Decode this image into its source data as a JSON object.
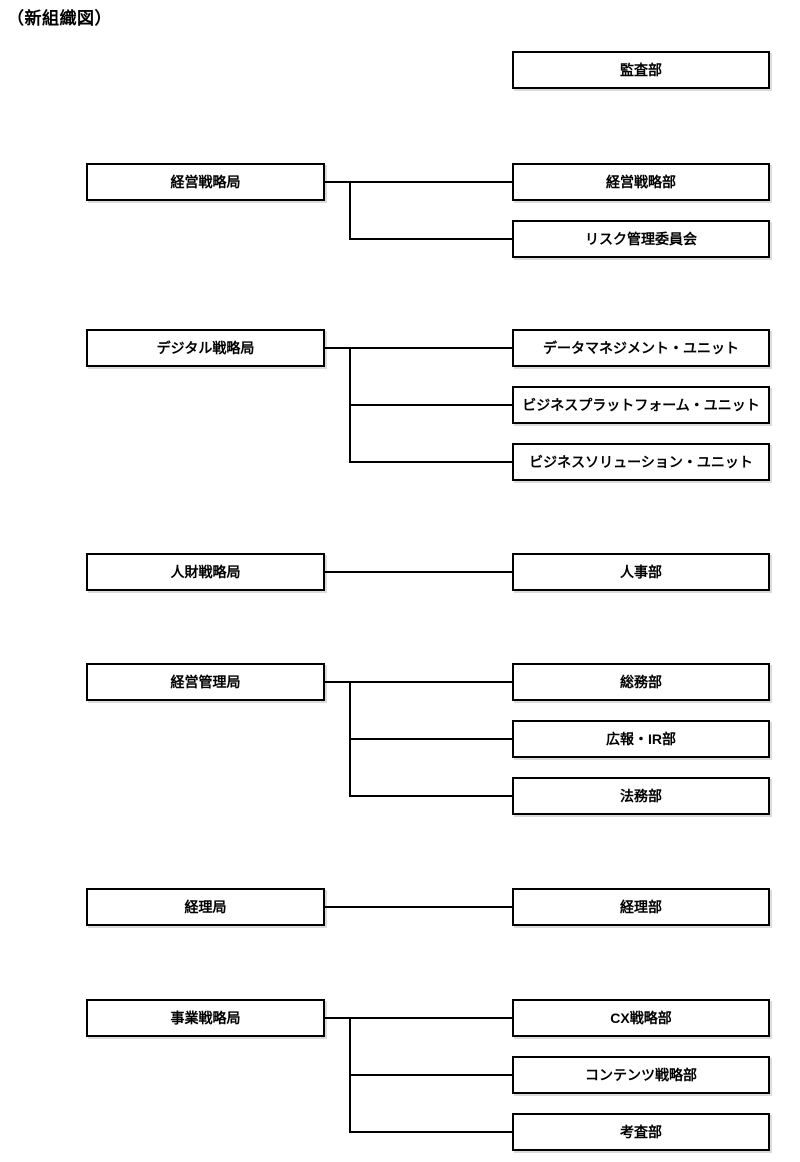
{
  "page": {
    "title": "（新組織図）",
    "background_color": "#ffffff",
    "box_border_color": "#000000",
    "line_color": "#000000"
  },
  "standalone": {
    "label": "監査部"
  },
  "groups": [
    {
      "parent": "経営戦略局",
      "children": [
        "経営戦略部",
        "リスク管理委員会"
      ]
    },
    {
      "parent": "デジタル戦略局",
      "children": [
        "データマネジメント・ユニット",
        "ビジネスプラットフォーム・ユニット",
        "ビジネスソリューション・ユニット"
      ]
    },
    {
      "parent": "人財戦略局",
      "children": [
        "人事部"
      ]
    },
    {
      "parent": "経営管理局",
      "children": [
        "総務部",
        "広報・IR部",
        "法務部"
      ]
    },
    {
      "parent": "経理局",
      "children": [
        "経理部"
      ]
    },
    {
      "parent": "事業戦略局",
      "children": [
        "CX戦略部",
        "コンテンツ戦略部",
        "考査部"
      ]
    }
  ]
}
